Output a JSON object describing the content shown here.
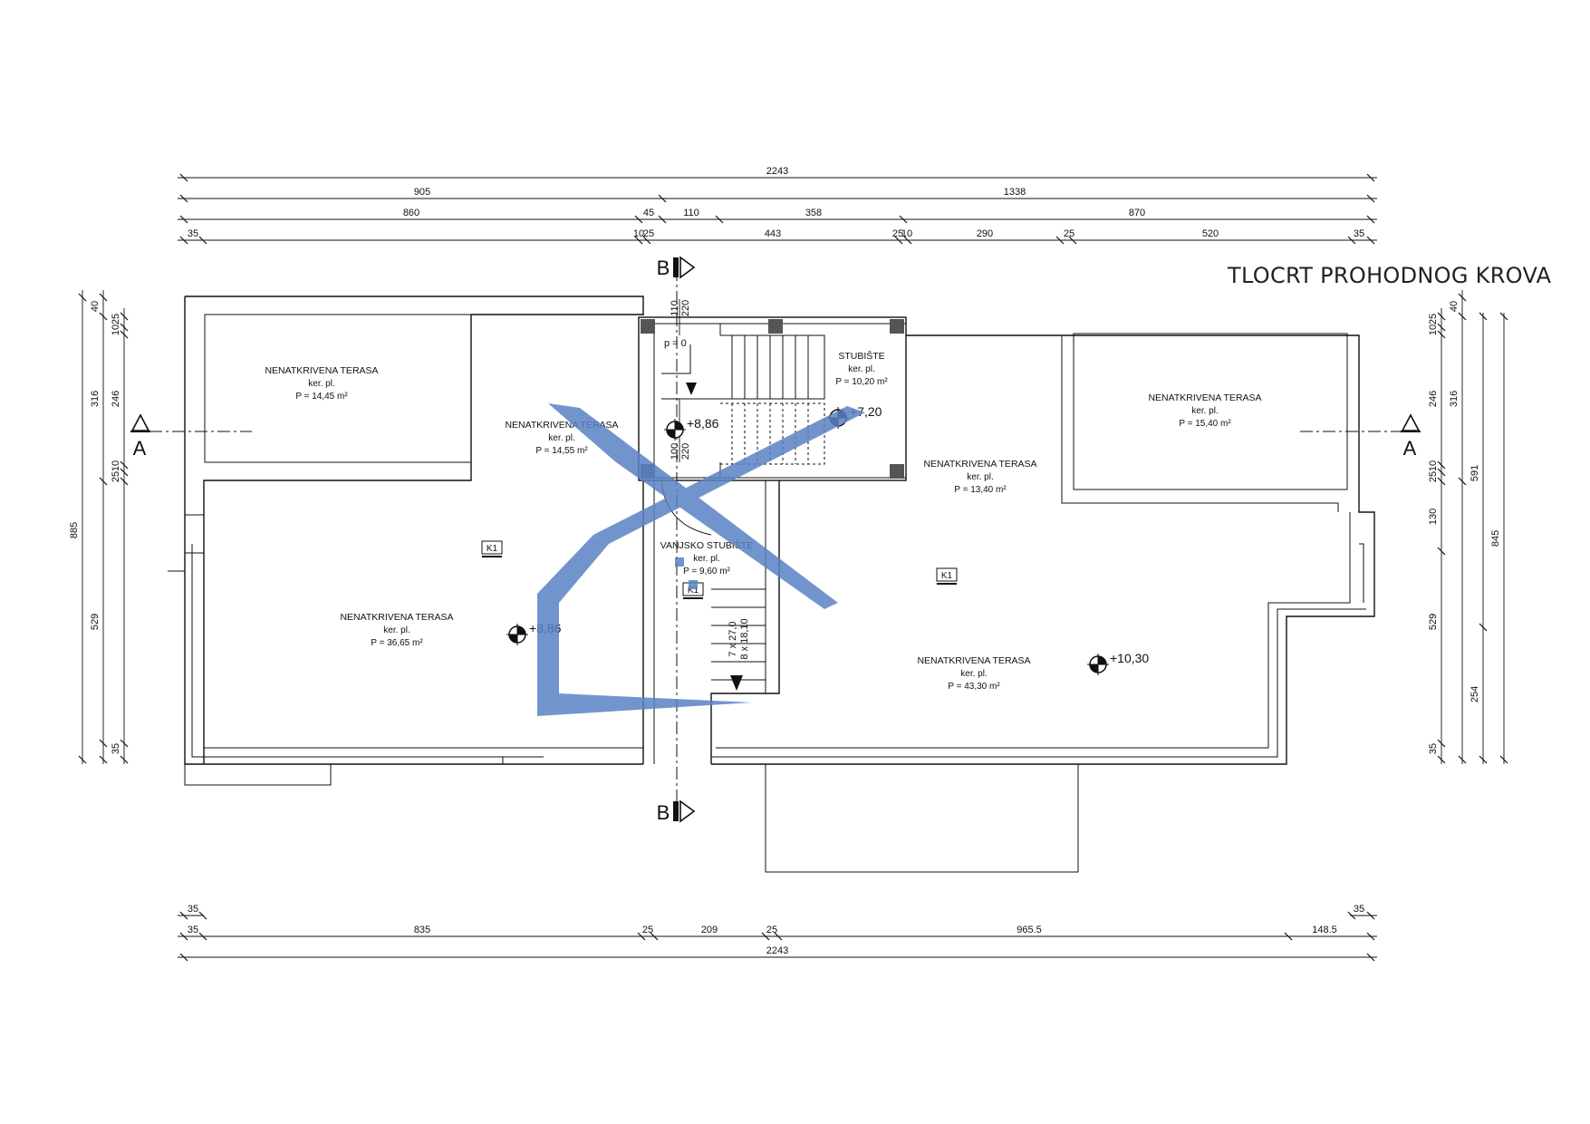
{
  "title": "TLOCRT PROHODNOG KROVA",
  "top_dimensions": {
    "row1": [
      "2243"
    ],
    "row2": [
      "905",
      "1338"
    ],
    "row3": [
      "860",
      "45",
      "110",
      "358",
      "870"
    ],
    "row4": [
      "35",
      "10",
      "25",
      "443",
      "25",
      "10",
      "290",
      "25",
      "520",
      "35"
    ]
  },
  "bottom_dimensions": {
    "row1": [
      "35",
      "35"
    ],
    "row2": [
      "35",
      "835",
      "25",
      "209",
      "25",
      "965.5",
      "148.5"
    ],
    "row3": [
      "2243"
    ]
  },
  "left_dimensions": {
    "col1": [
      "885"
    ],
    "col2": [
      "40",
      "316",
      "529",
      "35"
    ],
    "col3": [
      "25",
      "10",
      "246",
      "10",
      "25"
    ]
  },
  "right_dimensions": {
    "col1": [
      "25",
      "10",
      "246",
      "10",
      "25",
      "130",
      "529",
      "35"
    ],
    "col2": [
      "40",
      "316",
      "591",
      "254"
    ],
    "col3": [
      "845"
    ]
  },
  "stair_dimensions": {
    "top": [
      "110",
      "220",
      "100",
      "220"
    ],
    "stair": [
      "7 x 27,0",
      "8 x 18,10"
    ],
    "p": "p = 0"
  },
  "rooms": [
    {
      "name": "NENATKRIVENA TERASA",
      "floor": "ker. pl.",
      "area": "P = 14,45 m²"
    },
    {
      "name": "NENATKRIVENA TERASA",
      "floor": "ker. pl.",
      "area": "P = 14,55 m²"
    },
    {
      "name": "STUBIŠTE",
      "floor": "ker. pl.",
      "area": "P = 10,20 m²"
    },
    {
      "name": "NENATKRIVENA TERASA",
      "floor": "ker. pl.",
      "area": "P = 15,40 m²"
    },
    {
      "name": "NENATKRIVENA TERASA",
      "floor": "ker. pl.",
      "area": "P = 13,40 m²"
    },
    {
      "name": "VANJSKO STUBIŠTE",
      "floor": "ker. pl.",
      "area": "P = 9,60 m²"
    },
    {
      "name": "NENATKRIVENA TERASA",
      "floor": "ker. pl.",
      "area": "P = 36,65 m²"
    },
    {
      "name": "NENATKRIVENA TERASA",
      "floor": "ker. pl.",
      "area": "P = 43,30 m²"
    }
  ],
  "levels": [
    "+8,86",
    "+7,20",
    "+8,86",
    "+10,30"
  ],
  "tags": [
    "K1",
    "K1",
    "K1"
  ],
  "section_marks": {
    "a": "A",
    "b": "B"
  },
  "colors": {
    "watermark": "#5a82c4",
    "lines": "#111111"
  }
}
